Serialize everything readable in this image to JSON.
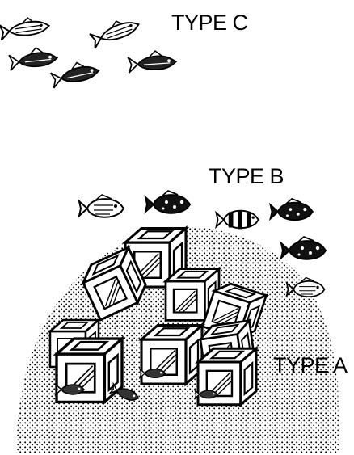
{
  "labels": {
    "type_c": "TYPE C",
    "type_b": "TYPE B",
    "type_a": "TYPE A"
  },
  "groups": {
    "type_c": {
      "habitat": "pelagic-schooling-fish-icon",
      "fish_count": 5
    },
    "type_b": {
      "habitat": "reef-edge-fish-icon",
      "fish_count": 6
    },
    "type_a": {
      "habitat": "reef-cavity-fish-icon",
      "fish_count": 4
    }
  },
  "colors": {
    "ink": "#000000",
    "paper": "#ffffff"
  }
}
